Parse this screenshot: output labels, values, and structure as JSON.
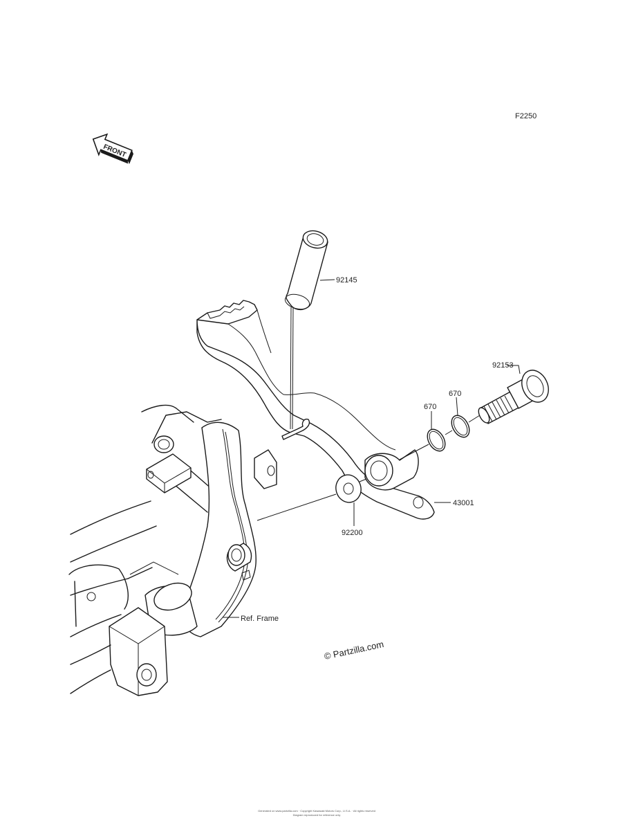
{
  "diagram_code": "F2250",
  "front_label": "FRONT",
  "callouts": {
    "spring": "92145",
    "pivot_bolt": "92153",
    "oring_1": "670",
    "oring_2": "670",
    "pedal": "43001",
    "washer": "92200",
    "frame": "Ref. Frame"
  },
  "watermark": "© Partzilla.com",
  "footer": [
    "Generated on www.partzilla.com · Copyright Kawasaki Motors Corp., U.S.A. · All rights reserved",
    "Diagram reproduced for reference only"
  ]
}
